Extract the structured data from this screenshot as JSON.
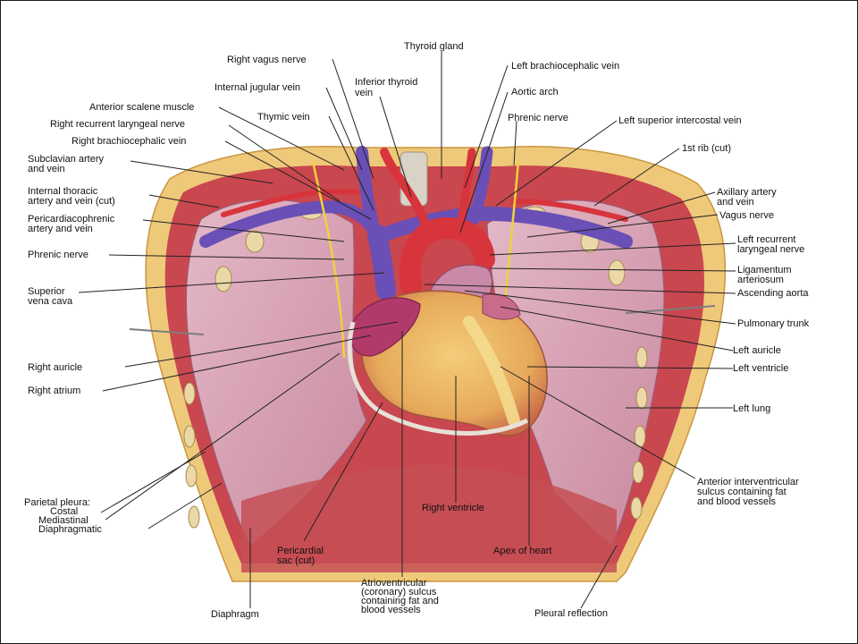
{
  "colors": {
    "vein": "#6a4fb6",
    "artery": "#d8343c",
    "heart": "#e9b45f",
    "pleura": "#d7a7b8",
    "muscle": "#c5414a",
    "fat": "#eec76c",
    "nerve": "#f0d23e"
  },
  "labels": {
    "thyroid_gland": "Thyroid gland",
    "right_vagus_nerve": "Right vagus nerve",
    "left_brachiocephalic_vein": "Left brachiocephalic vein",
    "internal_jugular_vein": "Internal jugular vein",
    "inferior_thyroid_vein_1": "Inferior thyroid",
    "inferior_thyroid_vein_2": "vein",
    "aortic_arch": "Aortic arch",
    "anterior_scalene_muscle": "Anterior scalene muscle",
    "thymic_vein": "Thymic vein",
    "phrenic_nerve_top": "Phrenic nerve",
    "left_superior_intercostal_vein": "Left superior intercostal vein",
    "right_recurrent_laryngeal_nerve": "Right recurrent laryngeal nerve",
    "right_brachiocephalic_vein": "Right brachiocephalic vein",
    "first_rib_cut": "1st rib (cut)",
    "subclavian_artery_1": "Subclavian artery",
    "subclavian_artery_2": "and vein",
    "axillary_artery_1": "Axillary artery",
    "axillary_artery_2": "and vein",
    "internal_thoracic_1": "Internal thoracic",
    "internal_thoracic_2": "artery and vein (cut)",
    "vagus_nerve": "Vagus nerve",
    "pericardiacophrenic_1": "Pericardiacophrenic",
    "pericardiacophrenic_2": "artery and vein",
    "left_recurrent_laryngeal_1": "Left recurrent",
    "left_recurrent_laryngeal_2": "laryngeal nerve",
    "phrenic_nerve_left": "Phrenic nerve",
    "ligamentum_1": "Ligamentum",
    "ligamentum_2": "arteriosum",
    "superior_vena_cava_1": "Superior",
    "superior_vena_cava_2": "vena cava",
    "ascending_aorta": "Ascending aorta",
    "pulmonary_trunk": "Pulmonary trunk",
    "left_auricle": "Left auricle",
    "right_auricle": "Right auricle",
    "left_ventricle": "Left ventricle",
    "right_atrium": "Right atrium",
    "left_lung": "Left lung",
    "anterior_interventricular_1": "Anterior interventricular",
    "anterior_interventricular_2": "sulcus containing fat",
    "anterior_interventricular_3": "and blood vessels",
    "parietal_pleura": "Parietal pleura:",
    "costal": "Costal",
    "mediastinal": "Mediastinal",
    "diaphragmatic": "Diaphragmatic",
    "right_ventricle": "Right ventricle",
    "apex_of_heart": "Apex of heart",
    "pericardial_sac_1": "Pericardial",
    "pericardial_sac_2": "sac (cut)",
    "av_sulcus_1": "Atrioventricular",
    "av_sulcus_2": "(coronary) sulcus",
    "av_sulcus_3": "containing fat and",
    "av_sulcus_4": "blood vessels",
    "diaphragm": "Diaphragm",
    "pleural_reflection": "Pleural reflection"
  }
}
